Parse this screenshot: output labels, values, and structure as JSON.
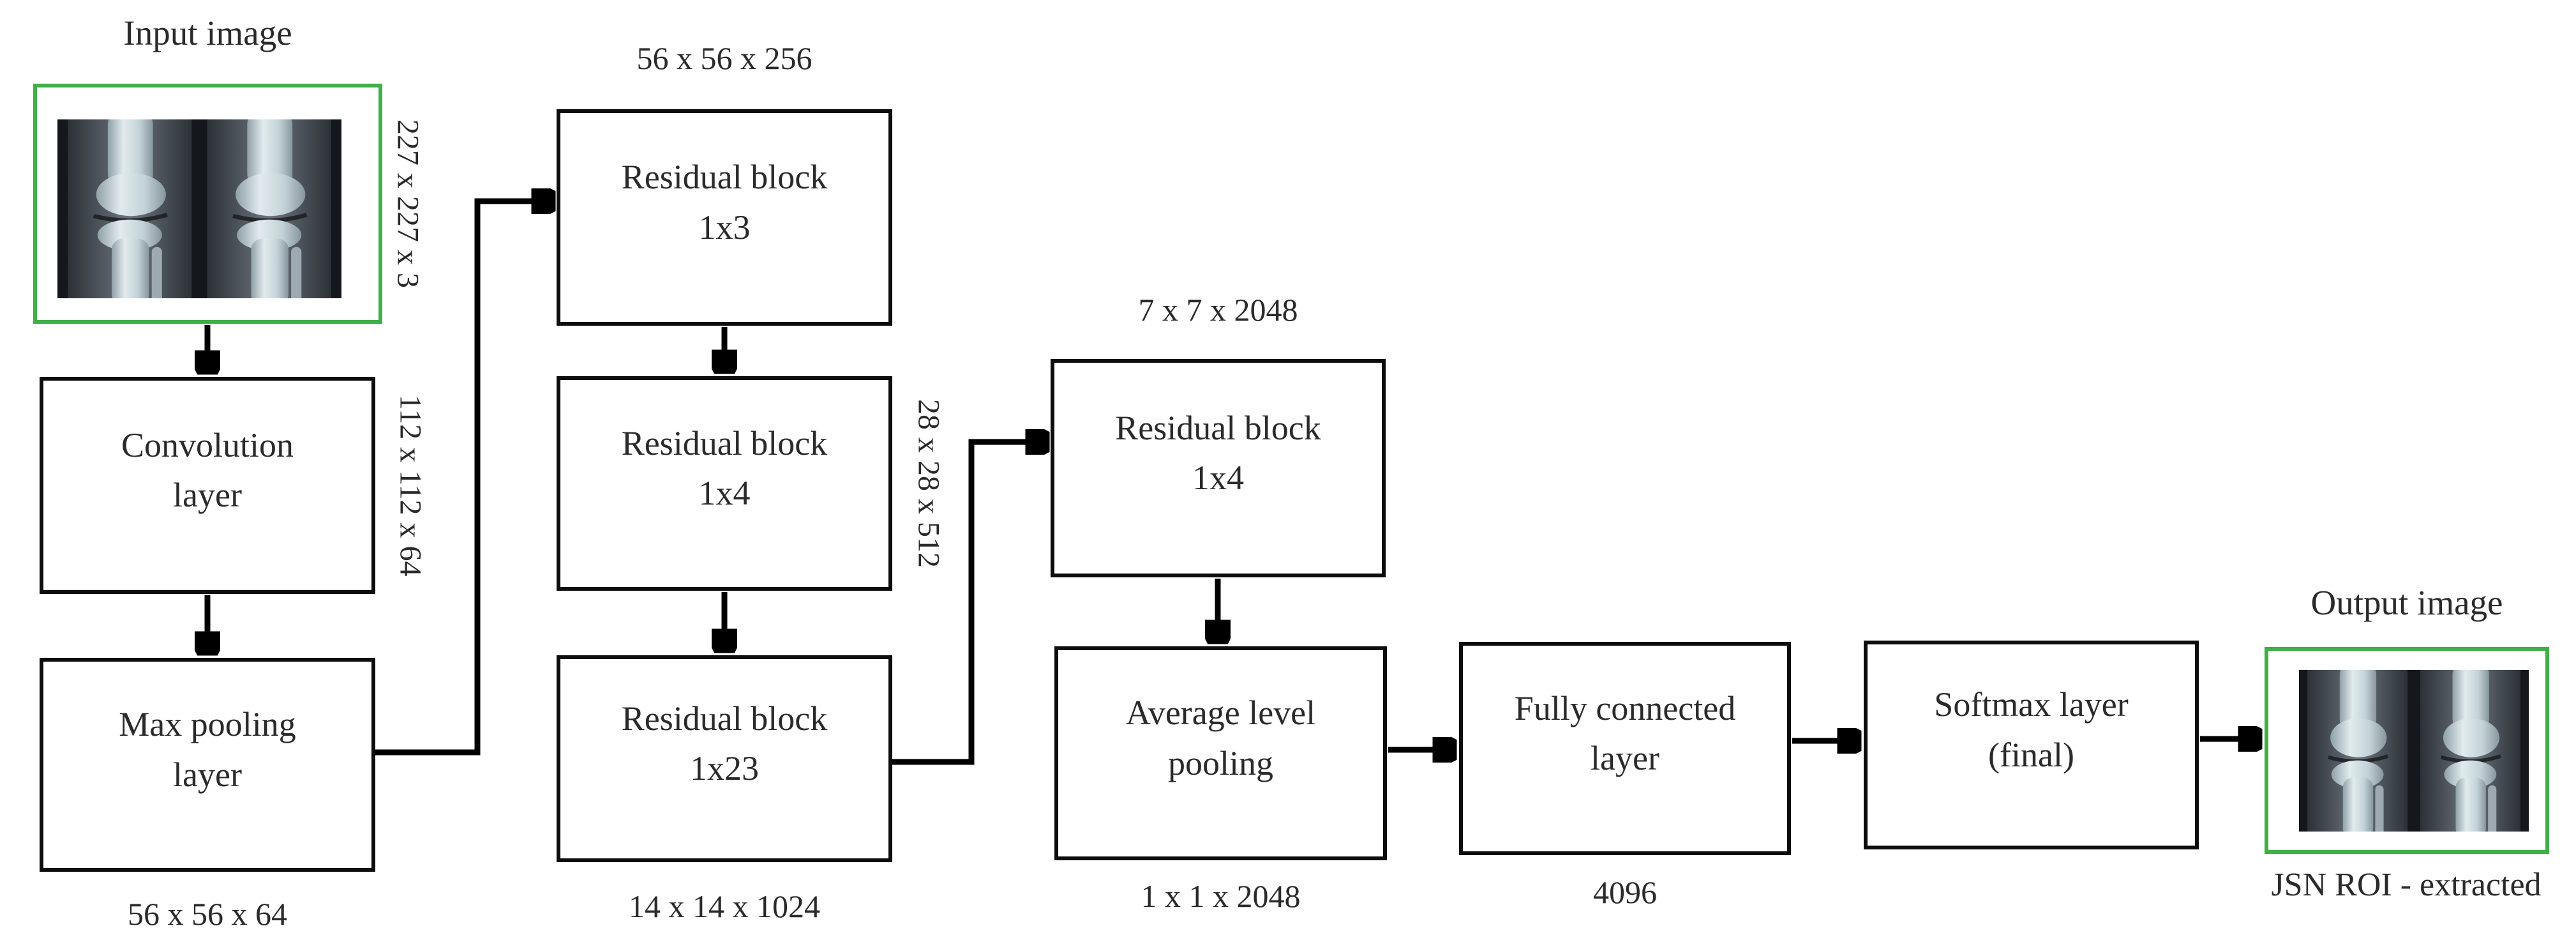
{
  "figure": {
    "input": {
      "title": "Input image",
      "dims": "227 x 227 x 3"
    },
    "output": {
      "title": "Output image",
      "caption": "JSN ROI - extracted"
    },
    "boxes": {
      "conv": {
        "label": "Convolution\nlayer",
        "out_dims": "112 x 112 x 64"
      },
      "maxpool": {
        "label": "Max pooling\nlayer",
        "out_dims": "56 x 56 x 64"
      },
      "res1": {
        "label": "Residual block\n1x3",
        "in_dims": "56 x 56 x 256"
      },
      "res2": {
        "label": "Residual block\n1x4",
        "out_dims": "28 x 28 x 512"
      },
      "res3": {
        "label": "Residual block\n1x23",
        "out_dims": "14 x 14 x 1024"
      },
      "res4": {
        "label": "Residual block\n1x4",
        "in_dims": "7 x 7 x 2048"
      },
      "avgpool": {
        "label": "Average level\npooling",
        "out_dims": "1 x 1 x 2048"
      },
      "fc": {
        "label": "Fully connected\nlayer",
        "out_dims": "4096"
      },
      "softmax": {
        "label": "Softmax layer\n(final)"
      }
    },
    "colors": {
      "accent_green": "#3faf46",
      "line": "#000000"
    }
  }
}
